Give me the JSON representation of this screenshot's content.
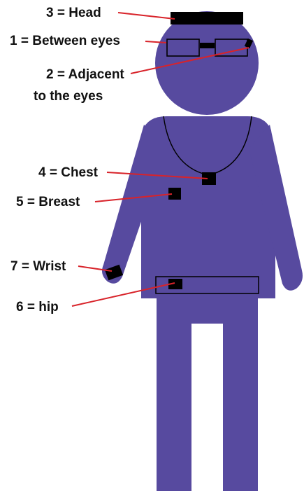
{
  "figure": {
    "body_color": "#574a9f",
    "sensor_color": "#000000",
    "leader_color": "#d8232a",
    "text_color": "#111111"
  },
  "labels": {
    "head": "3 = Head",
    "between_eyes": "1 = Between eyes",
    "adjacent_eyes_line1": "2 = Adjacent",
    "adjacent_eyes_line2": "to the eyes",
    "chest": "4 = Chest",
    "breast": "5 = Breast",
    "wrist": "7 = Wrist",
    "hip": "6 = hip"
  },
  "icons": {
    "glasses": "glasses-icon",
    "necklace": "necklace-icon",
    "belt": "belt-icon",
    "sensor": "sensor-icon"
  }
}
